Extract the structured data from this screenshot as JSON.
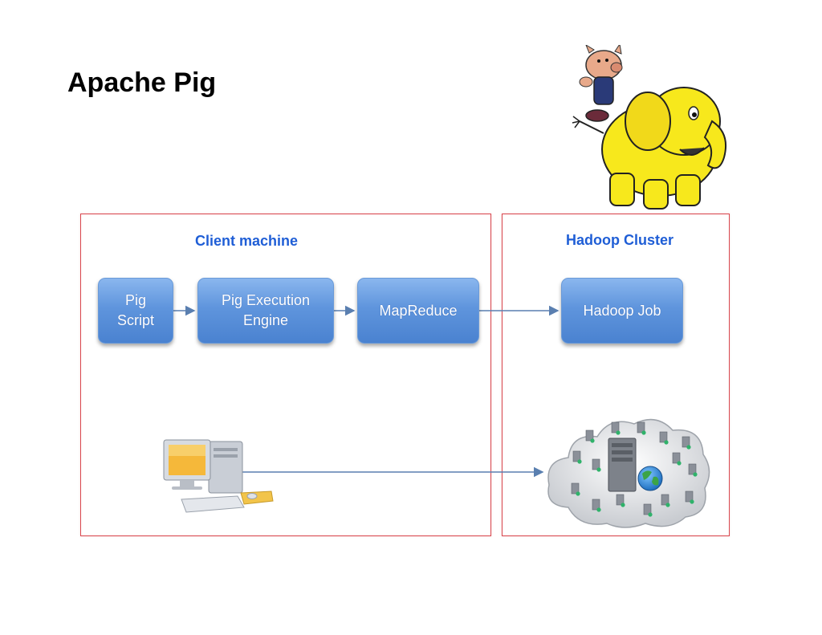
{
  "slide": {
    "title": "Apache Pig"
  },
  "regions": {
    "client": {
      "label": "Client machine"
    },
    "cluster": {
      "label": "Hadoop Cluster"
    }
  },
  "boxes": {
    "pig_script": {
      "line1": "Pig",
      "line2": "Script"
    },
    "engine": {
      "line1": "Pig Execution",
      "line2": "Engine"
    },
    "mapreduce": {
      "label": "MapReduce"
    },
    "hadoop_job": {
      "label": "Hadoop Job"
    }
  },
  "colors": {
    "region_border": "#d9484f",
    "region_label": "#1f5ed6",
    "box_fill": "#5f95dd",
    "arrow": "#5a7fb0"
  },
  "icons": {
    "logo": "pig-riding-elephant-logo",
    "client": "desktop-computer-icon",
    "cluster": "server-cloud-icon"
  }
}
